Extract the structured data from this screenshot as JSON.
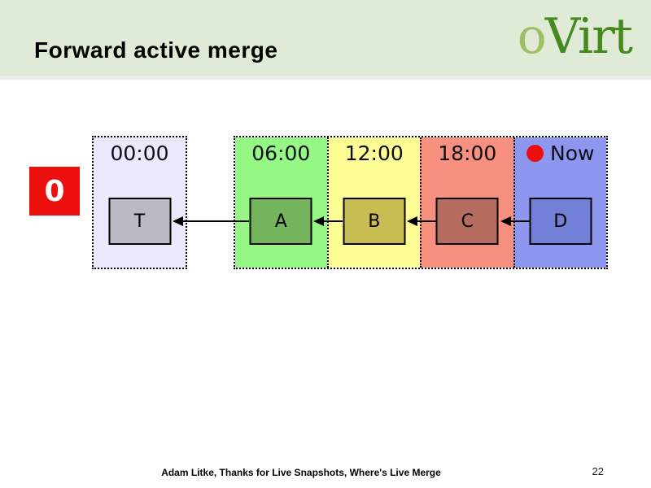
{
  "header": {
    "title": "Forward active merge",
    "logo": {
      "part1": "o",
      "part2": "Virt",
      "o_color": "#9bbf63",
      "virt_color": "#46891e"
    },
    "background_color": "#e0ebd7"
  },
  "step_marker": {
    "label": "0",
    "color": "#ed0e0e"
  },
  "timeline": {
    "now_dot_color": "#ed0e0e",
    "panels": [
      {
        "id": "t",
        "time_label": "00:00",
        "box_letter": "T",
        "panel_color": "#e9e9fb",
        "box_color": "#b9bac4",
        "now_dot": false
      },
      {
        "id": "a",
        "time_label": "06:00",
        "box_letter": "A",
        "panel_color": "#95f884",
        "box_color": "#74b45c",
        "now_dot": false
      },
      {
        "id": "b",
        "time_label": "12:00",
        "box_letter": "B",
        "panel_color": "#fdfc95",
        "box_color": "#c9bc53",
        "now_dot": false
      },
      {
        "id": "c",
        "time_label": "18:00",
        "box_letter": "C",
        "panel_color": "#f8907f",
        "box_color": "#b66c5e",
        "now_dot": false
      },
      {
        "id": "d",
        "time_label": "Now",
        "box_letter": "D",
        "panel_color": "#8d97f0",
        "box_color": "#7180d6",
        "now_dot": true
      }
    ],
    "arrows": [
      {
        "from": "A",
        "to": "T"
      },
      {
        "from": "B",
        "to": "A"
      },
      {
        "from": "C",
        "to": "B"
      },
      {
        "from": "D",
        "to": "C"
      }
    ]
  },
  "footer": {
    "attribution": "Adam Litke, Thanks for Live Snapshots, Where's Live Merge",
    "page_number": "22"
  }
}
